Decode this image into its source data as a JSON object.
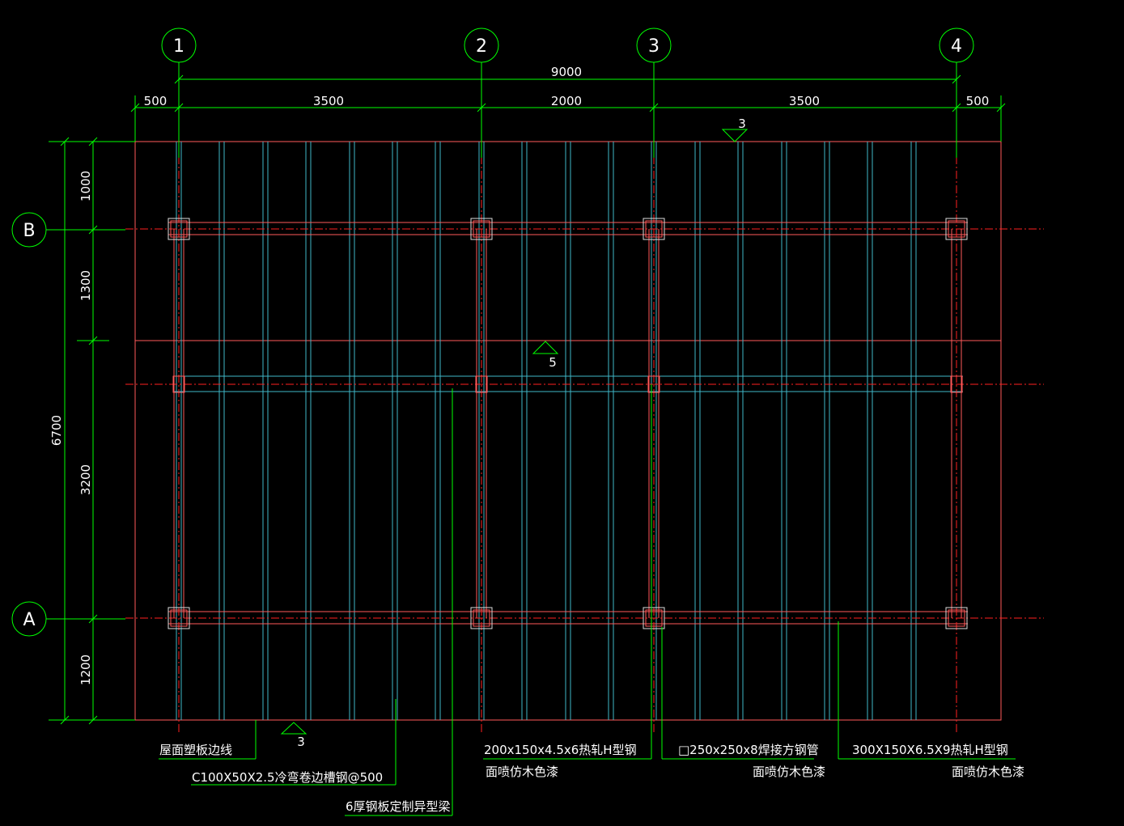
{
  "grid_axes": {
    "columns": [
      "1",
      "2",
      "3",
      "4"
    ],
    "rows": [
      "B",
      "A"
    ]
  },
  "dimensions": {
    "overall_width": "9000",
    "top_segments": [
      "500",
      "3500",
      "2000",
      "3500",
      "500"
    ],
    "overall_height": "6700",
    "left_segments": [
      "1000",
      "1300",
      "3200",
      "1200"
    ]
  },
  "section_marks": {
    "top": "3",
    "middle": "5",
    "bottom": "3"
  },
  "labels": {
    "roof_edge": "屋面塑板边线",
    "channel_steel": "C100X50X2.5冷弯卷边槽钢@500",
    "steel_beam": "6厚钢板定制异型梁",
    "h_steel_small": "200x150x4.5x6热轧H型钢",
    "h_steel_small_finish": "面喷仿木色漆",
    "square_tube": "□250x250x8焊接方钢管",
    "square_tube_finish": "面喷仿木色漆",
    "h_steel_large": "300X150X6.5X9热轧H型钢",
    "h_steel_large_finish": "面喷仿木色漆"
  }
}
